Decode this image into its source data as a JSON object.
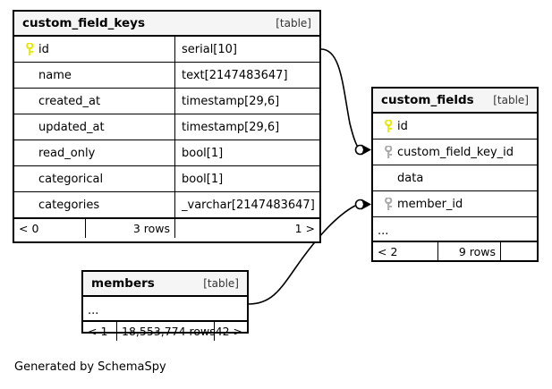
{
  "diagram": {
    "caption": "Generated by SchemaSpy",
    "background": "#ffffff",
    "pk_key_color": "#e8e800",
    "fk_key_color": "#a0a0a0",
    "border_color": "#000000",
    "header_fill": "#f5f5f5"
  },
  "tables": [
    {
      "id": "custom_field_keys",
      "name": "custom_field_keys",
      "tag": "[table]",
      "columns": [
        {
          "key_icon": "primary-key-icon",
          "name": "id",
          "type": "serial[10]"
        },
        {
          "key_icon": "none",
          "name": "name",
          "type": "text[2147483647]"
        },
        {
          "key_icon": "none",
          "name": "created_at",
          "type": "timestamp[29,6]"
        },
        {
          "key_icon": "none",
          "name": "updated_at",
          "type": "timestamp[29,6]"
        },
        {
          "key_icon": "none",
          "name": "read_only",
          "type": "bool[1]"
        },
        {
          "key_icon": "none",
          "name": "categorical",
          "type": "bool[1]"
        },
        {
          "key_icon": "none",
          "name": "categories",
          "type": "_varchar[2147483647]"
        }
      ],
      "footer": {
        "left": "< 0",
        "center": "3 rows",
        "right": "1 >"
      }
    },
    {
      "id": "custom_fields",
      "name": "custom_fields",
      "tag": "[table]",
      "columns": [
        {
          "key_icon": "primary-key-icon",
          "name": "id"
        },
        {
          "key_icon": "foreign-key-icon",
          "name": "custom_field_key_id"
        },
        {
          "key_icon": "none",
          "name": "data"
        },
        {
          "key_icon": "foreign-key-icon",
          "name": "member_id"
        }
      ],
      "more_indicator": "...",
      "footer": {
        "left": "< 2",
        "center": "9 rows",
        "right": ""
      }
    },
    {
      "id": "members",
      "name": "members",
      "tag": "[table]",
      "columns": [],
      "more_indicator": "...",
      "footer": {
        "left": "< 1",
        "center": "18,553,774 rows",
        "right": "42 >"
      }
    }
  ],
  "relationships": [
    {
      "id": "fk-custom-field-key",
      "from_table": "custom_field_keys",
      "from_column": "id",
      "to_table": "custom_fields",
      "to_column": "custom_field_key_id"
    },
    {
      "id": "fk-member",
      "from_table": "members",
      "from_column": "...",
      "to_table": "custom_fields",
      "to_column": "member_id"
    }
  ]
}
